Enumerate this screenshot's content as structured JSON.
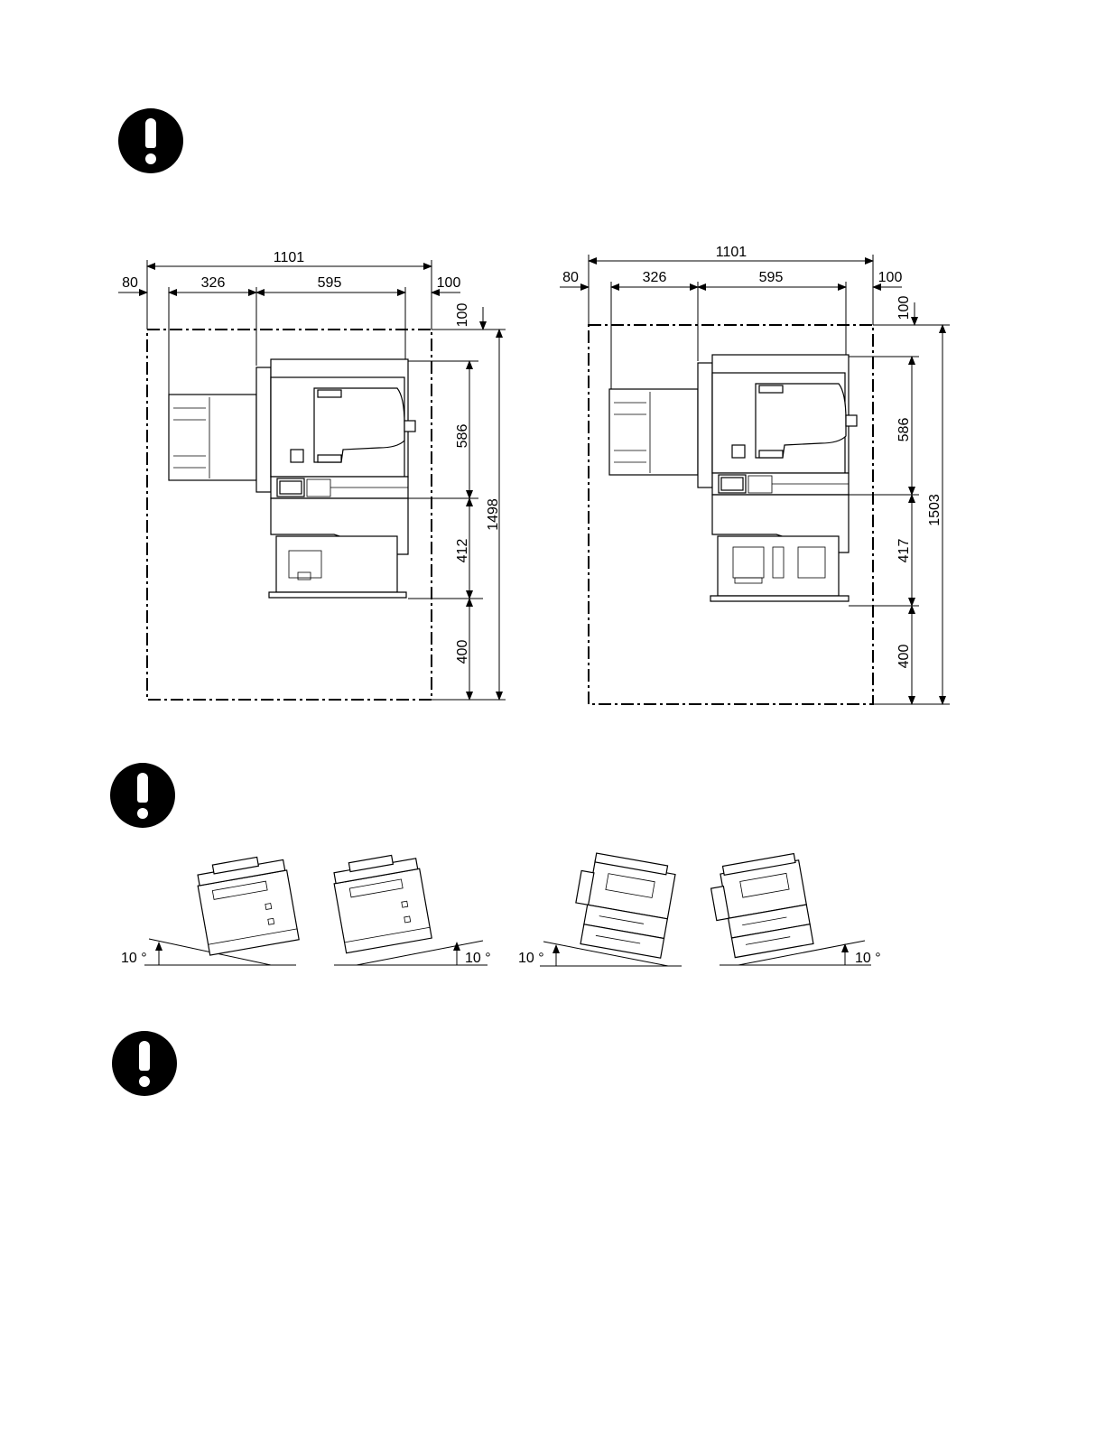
{
  "warnings": [
    {
      "icon": "exclamation-icon"
    },
    {
      "icon": "exclamation-icon"
    },
    {
      "icon": "exclamation-icon"
    }
  ],
  "diagram_left": {
    "total_width": "1101",
    "left_clearance": "80",
    "tray_width": "326",
    "body_width": "595",
    "right_clearance": "100",
    "top_clearance": "100",
    "body_depth": "586",
    "tray_depth": "412",
    "front_clearance": "400",
    "total_depth": "1498"
  },
  "diagram_right": {
    "total_width": "1101",
    "left_clearance": "80",
    "tray_width": "326",
    "body_width": "595",
    "right_clearance": "100",
    "top_clearance": "100",
    "body_depth": "586",
    "tray_depth": "417",
    "front_clearance": "400",
    "total_depth": "1503"
  },
  "tilt": {
    "angles": [
      "10 °",
      "10 °",
      "10 °",
      "10 °"
    ]
  }
}
